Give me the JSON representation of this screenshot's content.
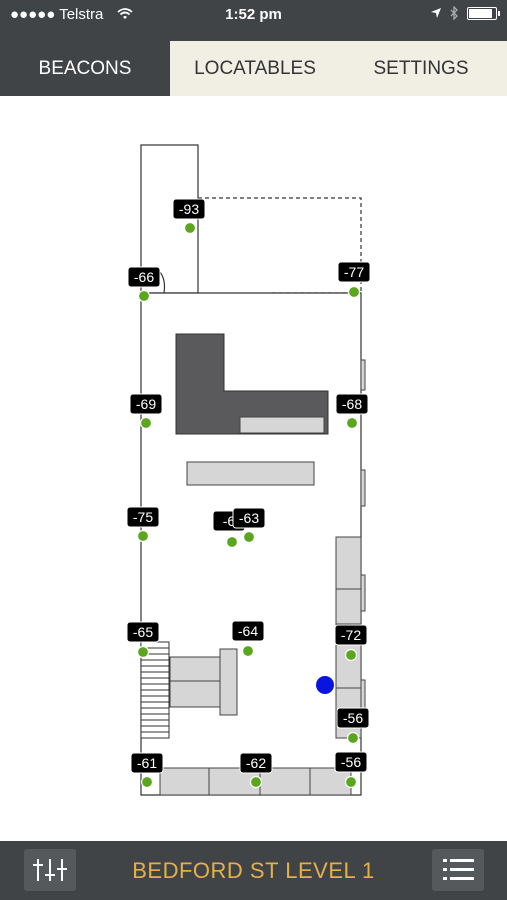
{
  "status": {
    "carrier": "●●●●● Telstra",
    "time": "1:52 pm",
    "wifi_icon": "wifi-icon",
    "location_icon": "location-arrow-icon",
    "bluetooth_icon": "bluetooth-icon",
    "battery_icon": "battery-icon"
  },
  "tabs": [
    {
      "label": "BEACONS",
      "active": true
    },
    {
      "label": "LOCATABLES",
      "active": false
    },
    {
      "label": "SETTINGS",
      "active": false
    }
  ],
  "beacons": [
    "-93",
    "-66",
    "-77",
    "-69",
    "-68",
    "-75",
    "-6",
    "-63",
    "-65",
    "-64",
    "-72",
    "-56",
    "-61",
    "-62",
    "-56"
  ],
  "bottom": {
    "floor_label": "BEDFORD ST LEVEL 1",
    "filter_icon": "sliders-icon",
    "list_icon": "list-icon"
  },
  "colors": {
    "bar": "#404447",
    "accent": "#e4b04a",
    "beacon_dot": "#5ba61e",
    "user_dot": "#0a14e0"
  }
}
